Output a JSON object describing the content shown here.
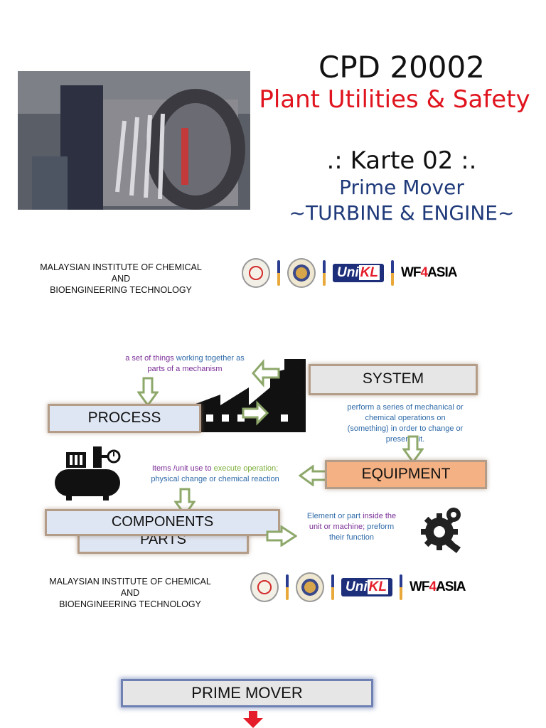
{
  "slide1": {
    "course_code": "CPD 20002",
    "course_name": "Plant Utilities & Safety",
    "karte": ".: Karte 02 :.",
    "topic_line1": "Prime Mover",
    "topic_line2": "~TURBINE & ENGINE~",
    "institute_line1": "MALAYSIAN INSTITUTE OF  CHEMICAL AND",
    "institute_line2": "BIOENGINEERING TECHNOLOGY"
  },
  "logos": {
    "unikl": "Uni",
    "unikl_suffix": "KL",
    "wf_prefix": "WF",
    "wf_num": "4",
    "wf_suffix": "ASIA"
  },
  "slide2": {
    "system": "SYSTEM",
    "process": "PROCESS",
    "equipment": "EQUIPMENT",
    "components": "COMPONENTS",
    "parts": "PARTS",
    "note_set_part1": "a set of things",
    "note_set_part2": " working together as",
    "note_set_line2": "parts of a mechanism",
    "note_perform": [
      "perform a series of mechanical or",
      "chemical operations on",
      "(something) in order to change or",
      "preserve it."
    ],
    "note_items_p1": "Items /unit use to ",
    "note_items_p2": "execute operation;",
    "note_items_line2": "physical change or chemical reaction",
    "note_element_p1": "Element or part ",
    "note_element_p2": "inside the",
    "note_element_line2_p1": "unit or machine; ",
    "note_element_line2_p2": "preform",
    "note_element_line3": "their function",
    "institute_line1": "MALAYSIAN INSTITUTE OF CHEMICAL AND",
    "institute_line2": "BIOENGINEERING TECHNOLOGY"
  },
  "slide3": {
    "prime_mover": "PRIME MOVER"
  },
  "colors": {
    "title_red": "#e0141e",
    "topic_blue": "#1f3a7a",
    "equipment_fill": "#f4b183",
    "process_fill": "#dfe6f3",
    "system_fill": "#e7e6e6"
  }
}
